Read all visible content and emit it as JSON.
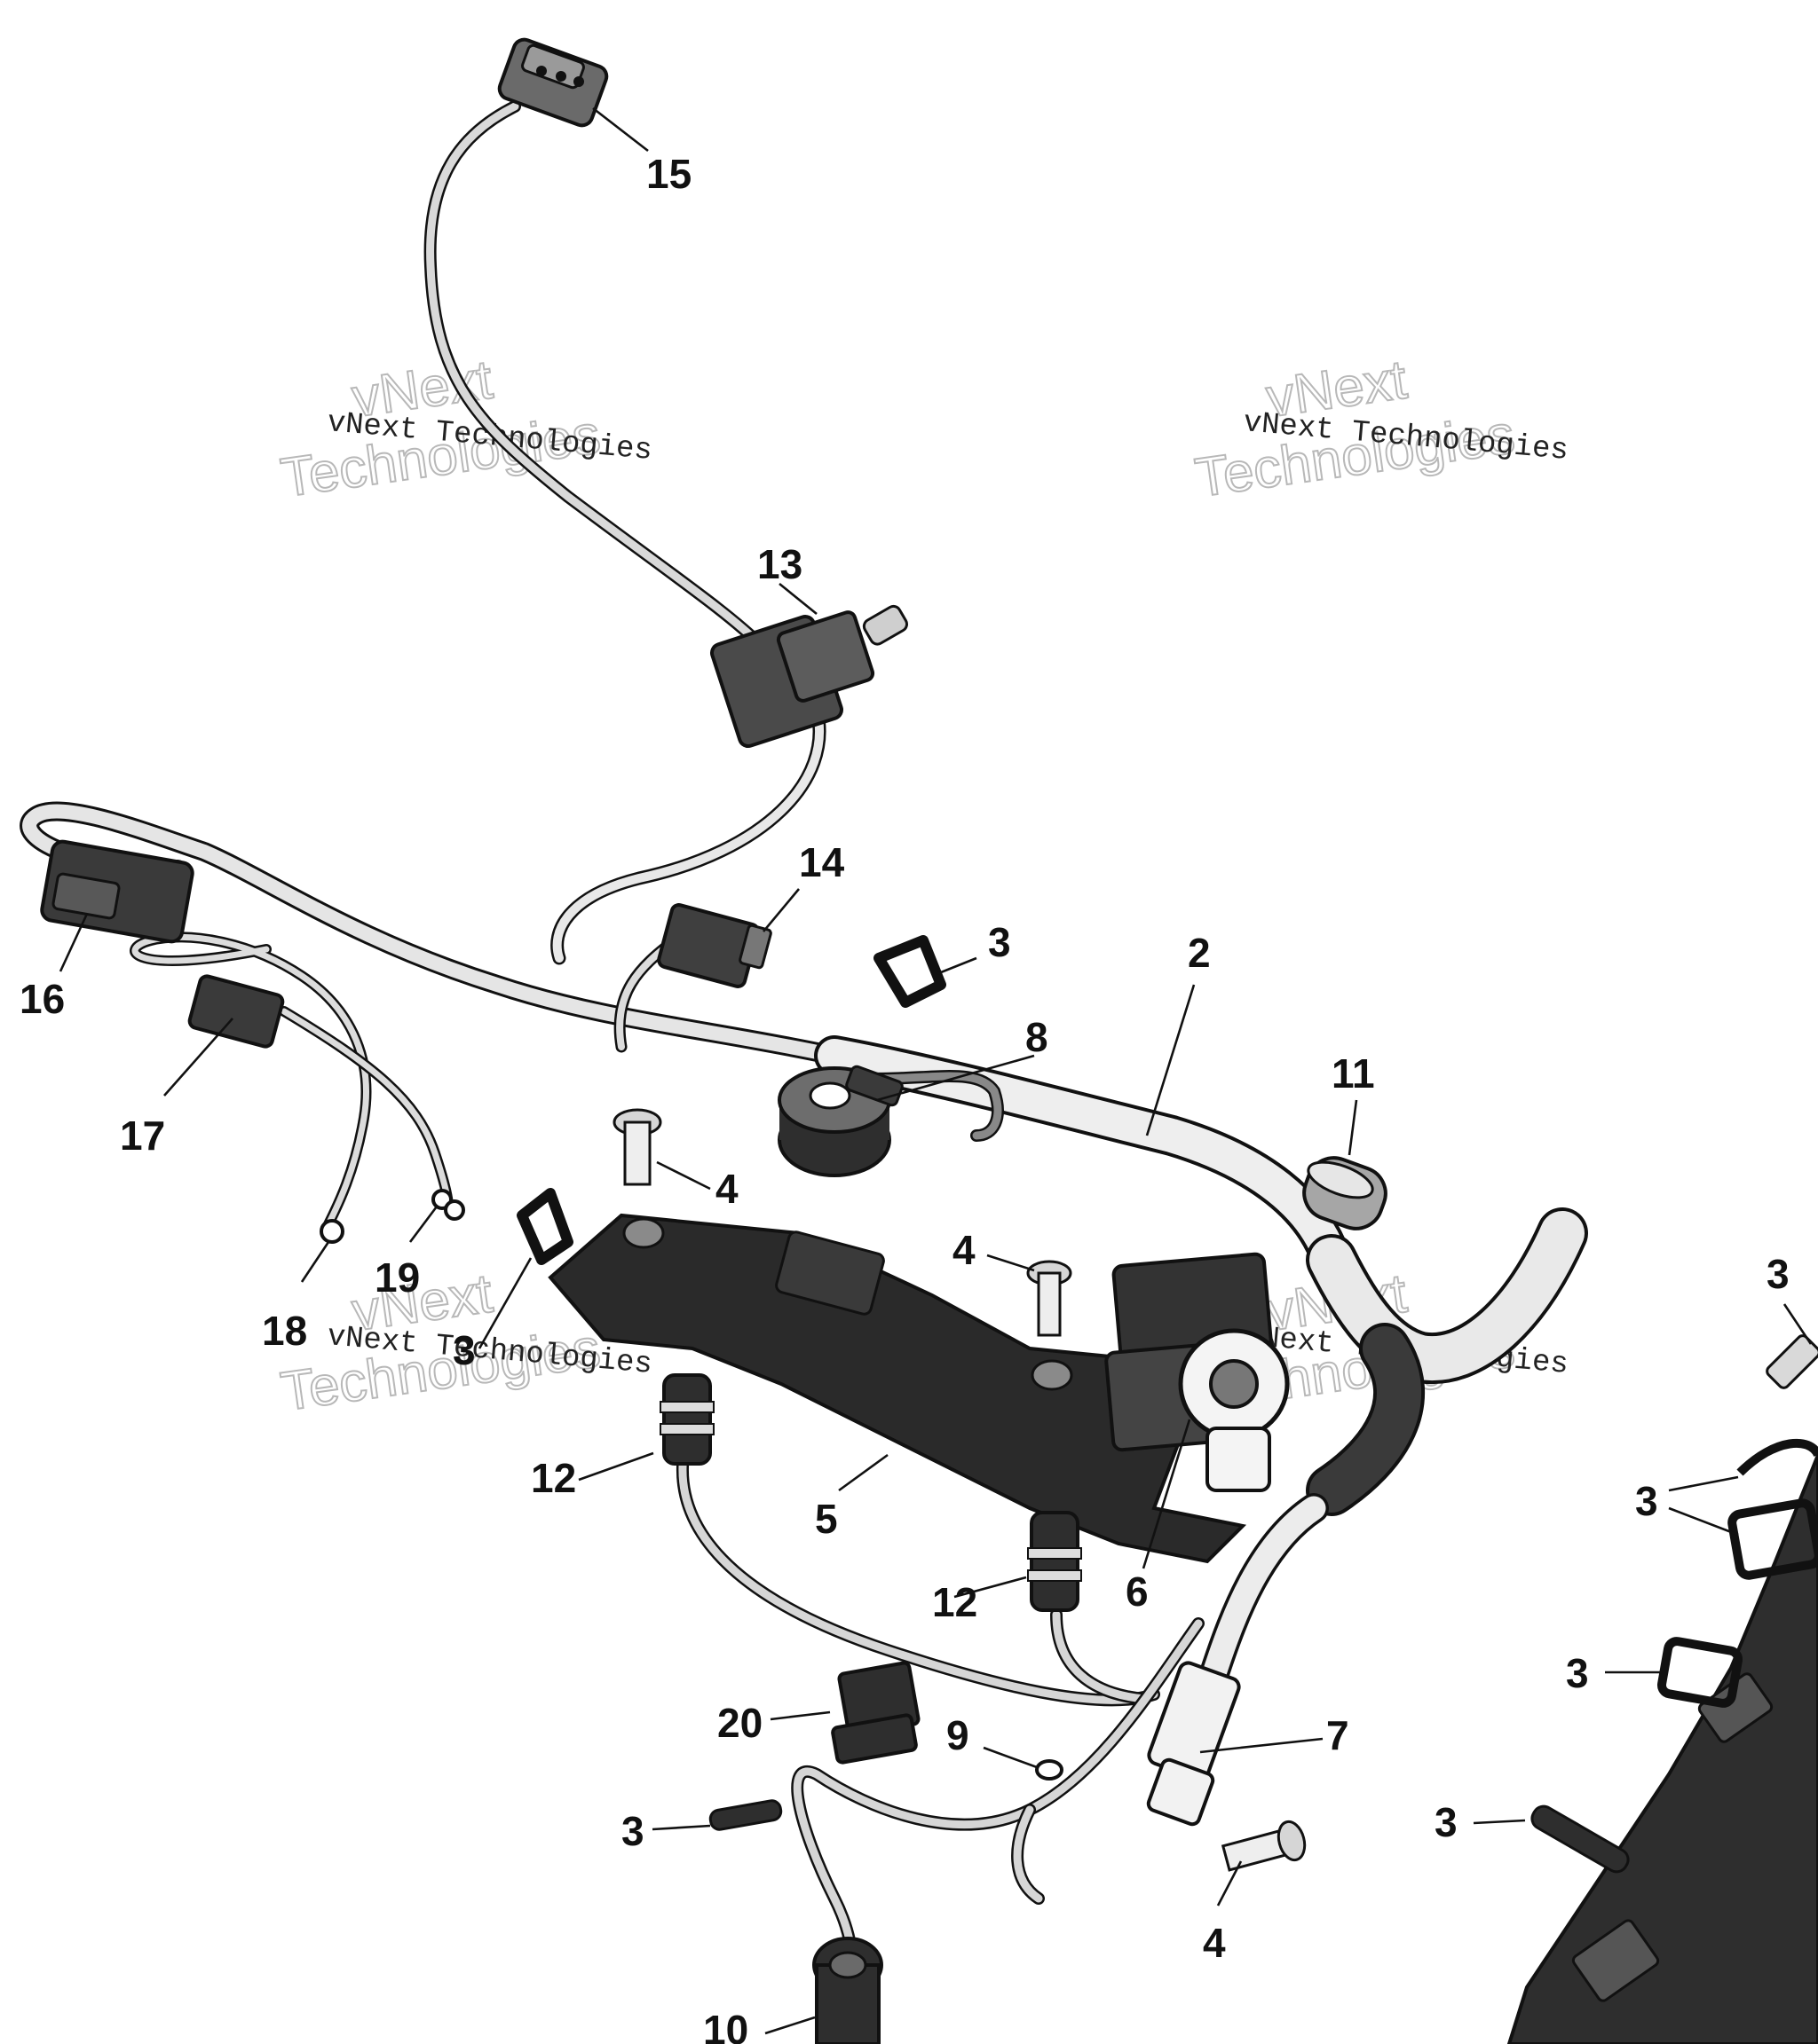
{
  "watermark": {
    "small": "vNext Technologies",
    "big_line1": "vNext",
    "big_line2": "Technologies"
  },
  "callouts": {
    "c15": "15",
    "c13": "13",
    "c14": "14",
    "c16": "16",
    "c17": "17",
    "c18": "18",
    "c19": "19",
    "c3a": "3",
    "c2": "2",
    "c8": "8",
    "c11": "11",
    "c4a": "4",
    "c3b": "3",
    "c4b": "4",
    "c12a": "12",
    "c5": "5",
    "c6": "6",
    "c12b": "12",
    "c3c": "3",
    "c3d": "3",
    "c3e": "3",
    "c20": "20",
    "c9": "9",
    "c7": "7",
    "c3f": "3",
    "c3g": "3",
    "c4c": "4",
    "c10": "10"
  }
}
